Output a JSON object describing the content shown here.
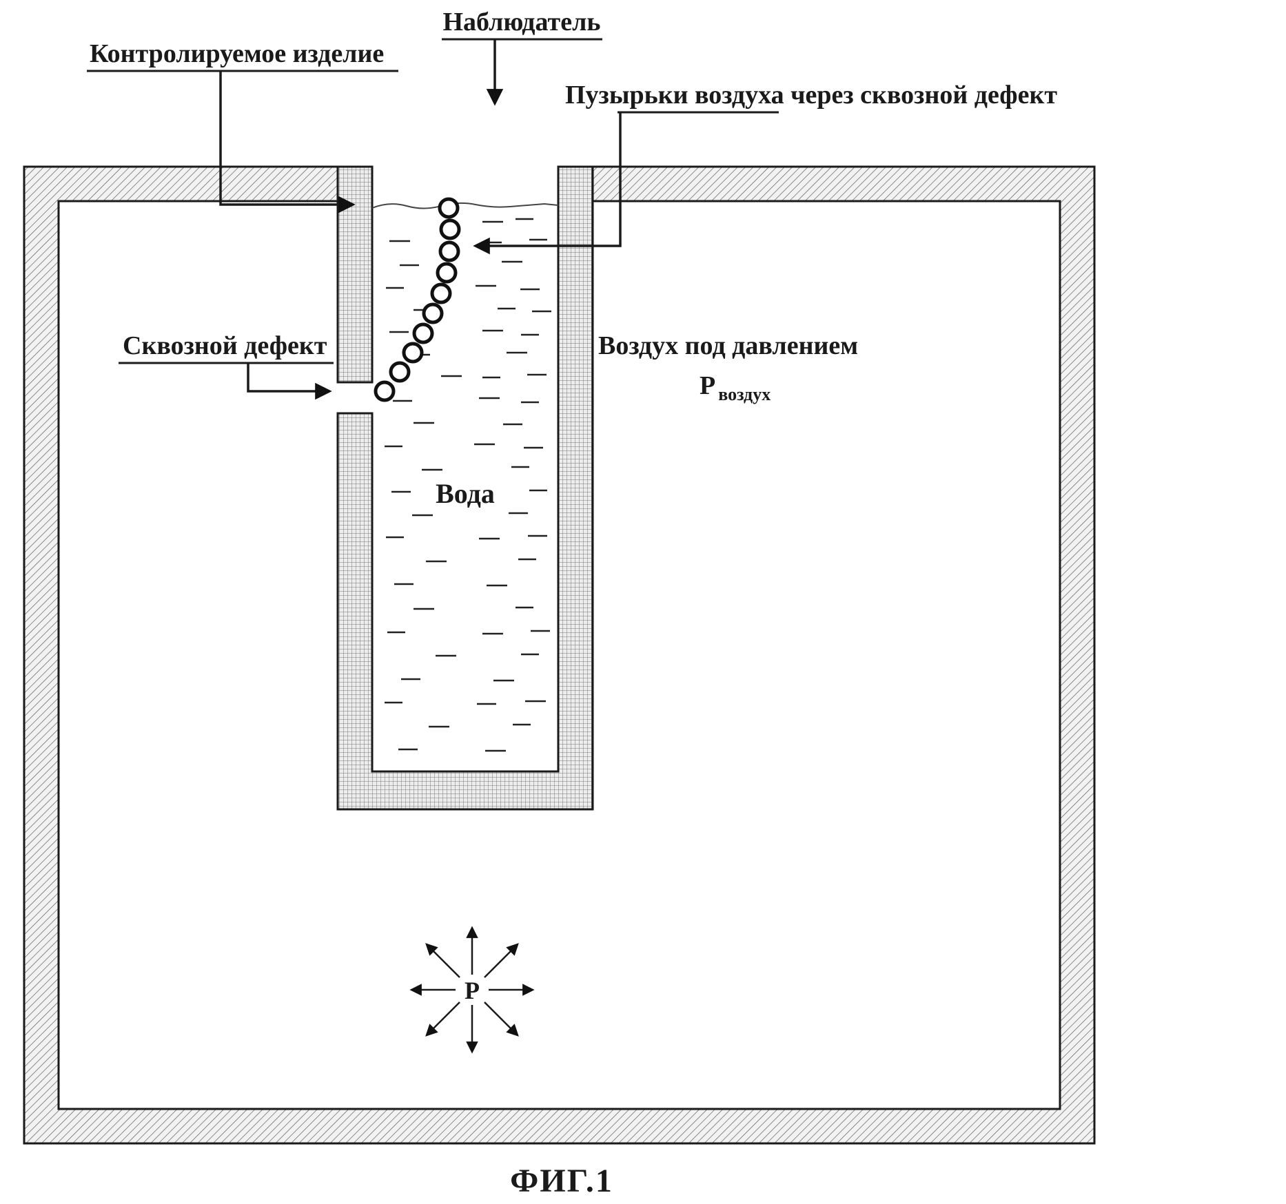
{
  "figure": {
    "caption": "ФИГ.1"
  },
  "labels": {
    "observer": "Наблюдатель",
    "controlled_item": "Контролируемое изделие",
    "bubbles": "Пузырьки воздуха через сквозной дефект",
    "defect": "Сквозной дефект",
    "air_pressure": "Воздух под давлением",
    "air_pressure_p": "P",
    "air_pressure_sub": "воздух",
    "water": "Вода",
    "pressure_p": "P"
  },
  "colors": {
    "ink": "#1a1a1a",
    "hatch_line": "#555555",
    "wall_fill": "#f2f2f2",
    "grid_fill": "#ededed"
  }
}
